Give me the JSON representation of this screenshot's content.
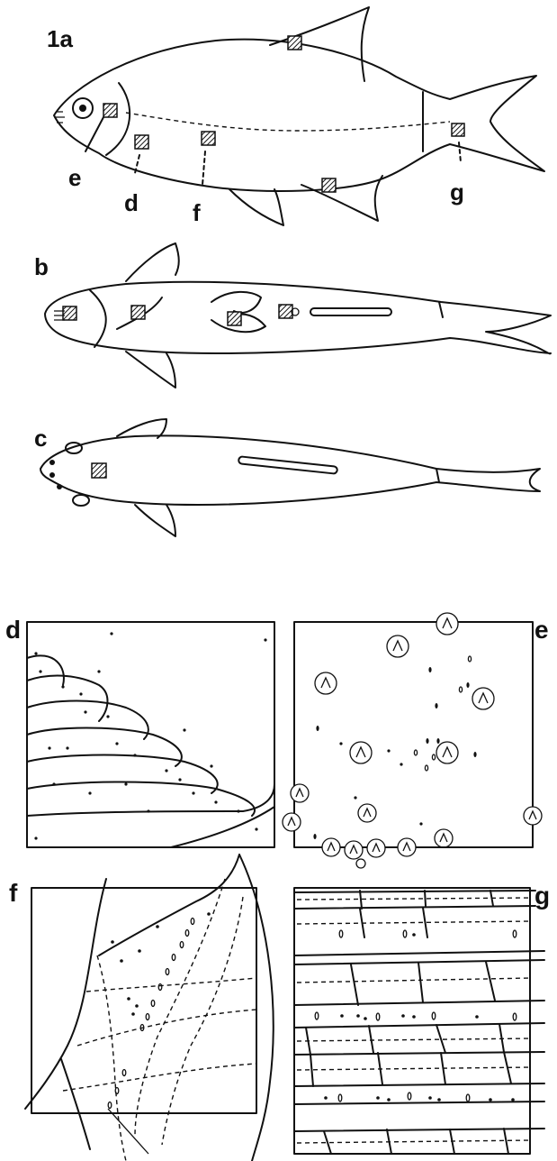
{
  "figure": {
    "panels": {
      "a": {
        "label": "1a"
      },
      "b": {
        "label": "b"
      },
      "c": {
        "label": "c"
      },
      "d": {
        "label": "d"
      },
      "e": {
        "label": "e"
      },
      "f": {
        "label": "f"
      },
      "g": {
        "label": "g"
      }
    },
    "callouts": [
      "e",
      "d",
      "f",
      "g"
    ]
  }
}
